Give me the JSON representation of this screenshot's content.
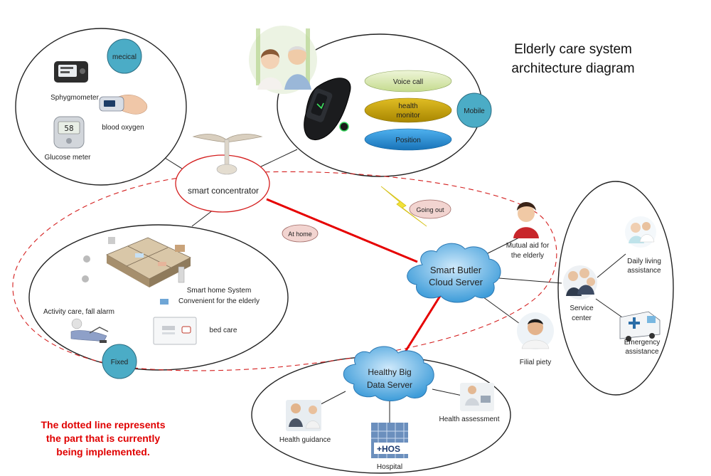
{
  "title": {
    "line1": "Elderly care system",
    "line2": "architecture diagram"
  },
  "note": {
    "line1": "The dotted line represents",
    "line2": "the part that is currently",
    "line3": "being implemented."
  },
  "medical": {
    "badge": "mecical",
    "sphygmometer": "Sphygmometer",
    "blood_oxygen": "blood oxygen",
    "glucose": "Glucose meter",
    "glucose_reading": "58"
  },
  "mobile": {
    "badge": "Mobile",
    "voice_call": "Voice call",
    "health_monitor_1": "health",
    "health_monitor_2": "monitor",
    "position": "Position"
  },
  "concentrator": {
    "label": "smart concentrator"
  },
  "links": {
    "at_home": "At home",
    "going_out": "Going out"
  },
  "home": {
    "badge": "Fixed",
    "smart_home_1": "Smart home System",
    "smart_home_2": "Convenient for the elderly",
    "activity": "Activity care, fall alarm",
    "bed_care": "bed care"
  },
  "cloud": {
    "line1": "Smart Butler",
    "line2": "Cloud Server"
  },
  "bigdata": {
    "line1": "Healthy Big",
    "line2": "Data Server"
  },
  "services": {
    "mutual_1": "Mutual aid for",
    "mutual_2": "the elderly",
    "filial": "Filial piety",
    "service_center_1": "Service",
    "service_center_2": "center",
    "daily_1": "Daily living",
    "daily_2": "assistance",
    "emergency_1": "Emergency",
    "emergency_2": "assistance"
  },
  "health": {
    "guidance": "Health guidance",
    "assessment": "Health assessment",
    "hospital": "Hospital",
    "hos_sign": "+HOS"
  },
  "colors": {
    "badge_teal": "#4bacc6",
    "mobile_green": "#d8e7b0",
    "mobile_gold": "#c9a400",
    "mobile_blue": "#1f8dd6",
    "red_line": "#e60000",
    "bubble_pink": "#f2d4d0",
    "cloud_blue": "#3d9cd9"
  }
}
